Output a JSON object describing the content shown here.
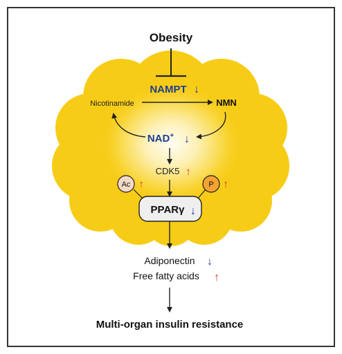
{
  "labels": {
    "obesity": "Obesity",
    "nampt": "NAMPT",
    "nicotinamide": "Nicotinamide",
    "nmn": "NMN",
    "nad": "NAD",
    "nad_superscript": "+",
    "cdk5": "CDK5",
    "ac": "Ac",
    "p": "P",
    "ppar": "PPARγ",
    "adiponectin": "Adiponectin",
    "ffa": "Free fatty acids",
    "outcome": "Multi-organ insulin resistance"
  },
  "arrow_glyphs": {
    "down": "↓",
    "up": "↑"
  },
  "colors": {
    "adipocyte_yellow": "#f7cc17",
    "glow_center": "#fffbe6",
    "label_blue": "#1f3f8f",
    "arrow_down_blue": "#1b3a9a",
    "arrow_up_red": "#e0302a",
    "ac_circle": "#f5d9c8",
    "p_circle": "#f4a233",
    "ppar_box": "#efefef",
    "frame": "#333333"
  }
}
